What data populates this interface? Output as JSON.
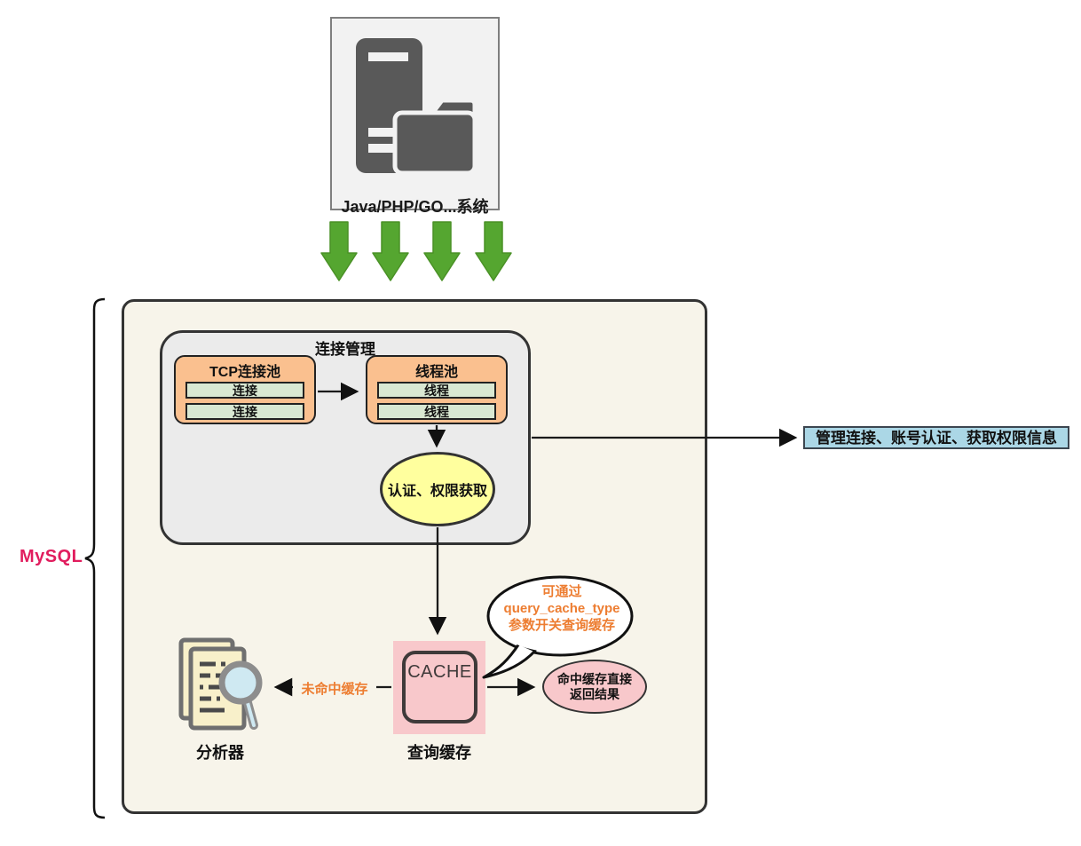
{
  "client": {
    "label": "Java/PHP/GO...系统",
    "icon": "server-folder-icon"
  },
  "mysql": {
    "brace_label": "MySQL",
    "connection_manager": {
      "title": "连接管理",
      "tcp_pool": {
        "title": "TCP连接池",
        "items": [
          "连接",
          "连接"
        ]
      },
      "thread_pool": {
        "title": "线程池",
        "items": [
          "线程",
          "线程"
        ]
      },
      "auth": "认证、权限获取"
    },
    "auth_note": "管理连接、账号认证、获取权限信息",
    "query_cache": {
      "box_text": "CACHE",
      "label": "查询缓存",
      "tip": {
        "line1": "可通过",
        "line2": "query_cache_type",
        "line3": "参数开关查询缓存"
      },
      "hit": {
        "line1": "命中缓存直接",
        "line2": "返回结果"
      },
      "miss_label": "未命中缓存"
    },
    "analyzer": {
      "label": "分析器",
      "icon": "document-magnifier-icon"
    }
  },
  "colors": {
    "mysql_label": "#e11d5e",
    "orange_text": "#ed7d31",
    "pool_fill": "#fac08f",
    "pool_row_fill": "#d9e8d2",
    "auth_ellipse_fill": "#ffff9e",
    "auth_note_fill": "#abd7e6",
    "cache_fill": "#f8c8cb",
    "green_arrow": "#55a630",
    "mysql_box_bg": "#f7f4ea",
    "manager_box_bg": "#ebebeb",
    "client_box_bg": "#f2f2f2",
    "icon_gray": "#595959"
  }
}
